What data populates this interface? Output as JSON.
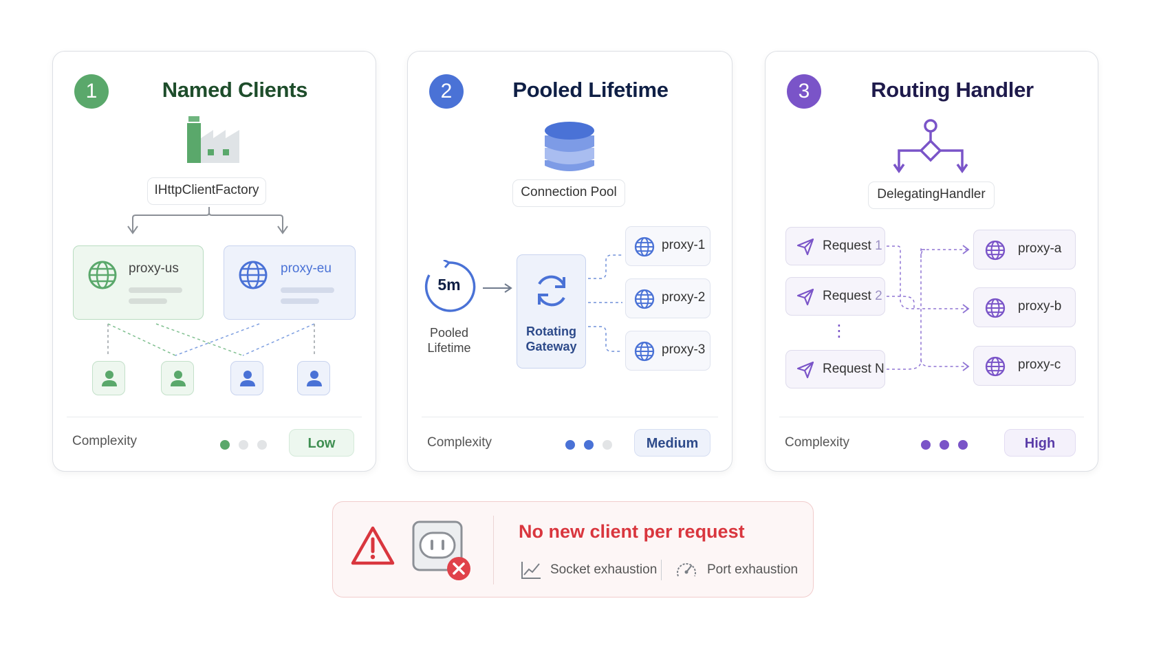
{
  "colors": {
    "green": "#5aa86b",
    "green_dark": "#1e4d2b",
    "blue": "#4a72d6",
    "blue_dark": "#0f1f45",
    "purple": "#7a54c8",
    "purple_dark": "#1e1a4b",
    "red": "#d9363e"
  },
  "panel1": {
    "number": "1",
    "title": "Named Clients",
    "factory_label": "IHttpClientFactory",
    "client_a": "proxy-us",
    "client_b": "proxy-eu",
    "complexity_label": "Complexity",
    "complexity_level": "Low",
    "complexity_filled": 1
  },
  "panel2": {
    "number": "2",
    "title": "Pooled Lifetime",
    "pool_label": "Connection Pool",
    "timer_value": "5m",
    "timer_caption_1": "Pooled",
    "timer_caption_2": "Lifetime",
    "gateway_label_1": "Rotating",
    "gateway_label_2": "Gateway",
    "proxies": [
      "proxy-1",
      "proxy-2",
      "proxy-3"
    ],
    "complexity_label": "Complexity",
    "complexity_level": "Medium",
    "complexity_filled": 2
  },
  "panel3": {
    "number": "3",
    "title": "Routing Handler",
    "handler_label": "DelegatingHandler",
    "requests": [
      {
        "label": "Request",
        "suffix": "1"
      },
      {
        "label": "Request",
        "suffix": "2"
      },
      {
        "label": "Request N",
        "suffix": ""
      }
    ],
    "ellipsis": "⋮",
    "proxies": [
      "proxy-a",
      "proxy-b",
      "proxy-c"
    ],
    "complexity_label": "Complexity",
    "complexity_level": "High",
    "complexity_filled": 3
  },
  "warning": {
    "title": "No new client per request",
    "item_1": "Socket exhaustion",
    "item_2": "Port exhaustion"
  }
}
